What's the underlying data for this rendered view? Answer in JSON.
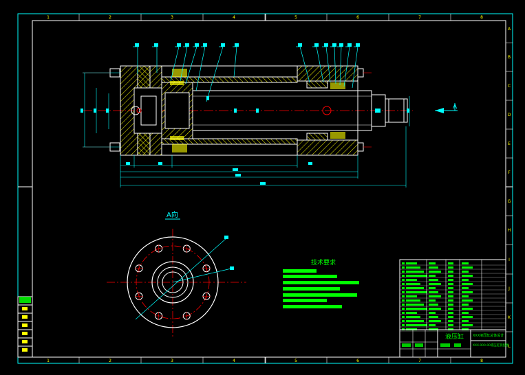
{
  "drawing": {
    "view_label": "A向",
    "tech_heading": "技术要求",
    "title_main": "液压缸",
    "title_upper": "XXX液压缸总体设计",
    "title_lower": "XXX-000-00液压缸装配图",
    "balloon_label": "1",
    "direction_label": "A"
  },
  "column_labels": [
    "1",
    "2",
    "3",
    "4",
    "5",
    "6",
    "7",
    "8"
  ],
  "row_labels": [
    "A",
    "B",
    "C",
    "D",
    "E",
    "F",
    "G",
    "H",
    "I",
    "J",
    "K",
    "L"
  ],
  "colors": {
    "frame": "#ffffff",
    "outline": "#ffffff",
    "hatch": "#ffff00",
    "centerline": "#ff0000",
    "dimension": "#00ffff",
    "text_green": "#00ff00",
    "grid_cyan": "#00ffff",
    "label_yellow": "#ffff00"
  }
}
